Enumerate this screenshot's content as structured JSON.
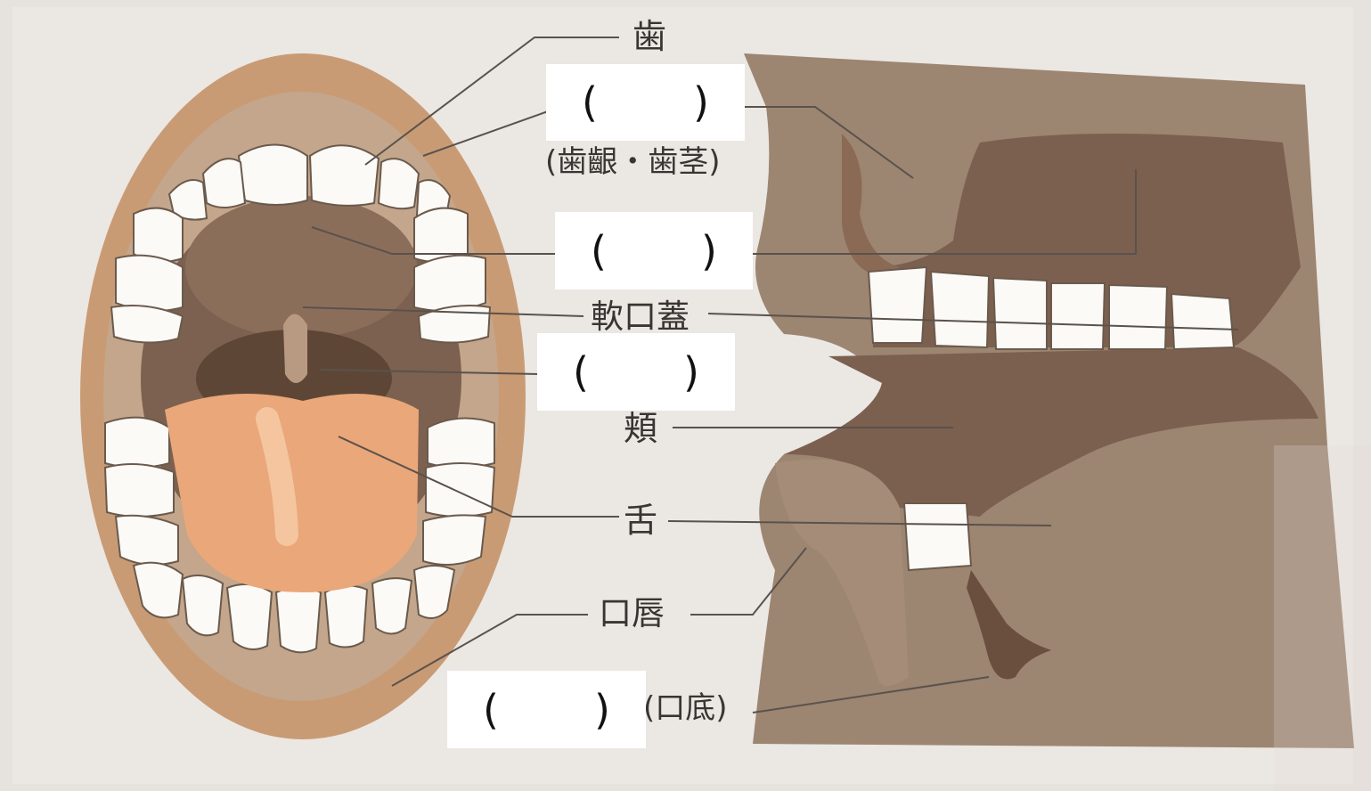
{
  "labels": {
    "teeth": "歯",
    "gums": "(歯齦・歯茎)",
    "soft_palate": "軟口蓋",
    "cheek": "頬",
    "tongue": "舌",
    "lips": "口唇",
    "floor": "(口底)"
  },
  "blanks": {
    "open": "(",
    "close": ")"
  },
  "colors": {
    "background": "#e7e3df",
    "lip": "#c99b74",
    "gum": "#c0a58c",
    "cavity": "#7c6150",
    "tongue": "#eaa779",
    "tooth": "#fbfaf7",
    "section": "#9c8571",
    "section_dark": "#7b6050",
    "leader_line": "#5a524c"
  }
}
